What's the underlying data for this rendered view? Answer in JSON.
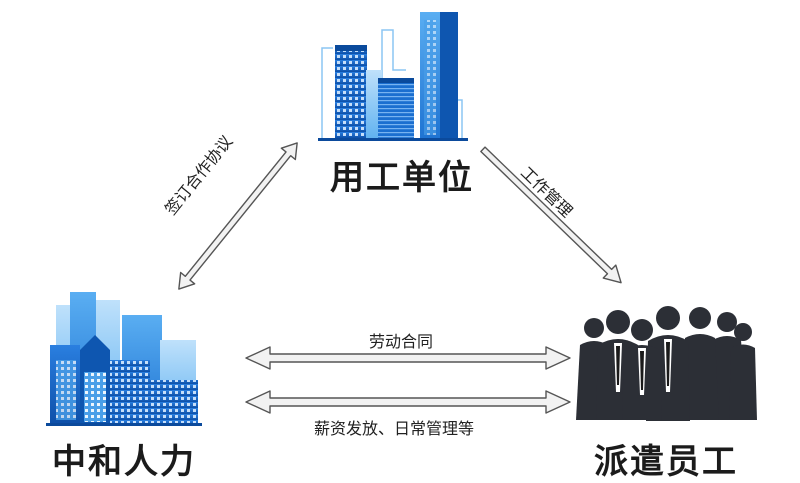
{
  "nodes": {
    "employer": {
      "label": "用工单位"
    },
    "agency": {
      "label": "中和人力"
    },
    "employees": {
      "label": "派遣员工"
    }
  },
  "edges": {
    "agency_employer": {
      "label": "签订合作协议",
      "direction": "bidirectional"
    },
    "employer_employees": {
      "label": "工作管理",
      "direction": "one-way"
    },
    "labor_contract": {
      "label": "劳动合同",
      "direction": "bidirectional"
    },
    "payroll": {
      "label": "薪资发放、日常管理等",
      "direction": "bidirectional"
    }
  },
  "colors": {
    "building_light": "#8fc8f5",
    "building_mid": "#2f8ee6",
    "building_dark": "#0f57b3",
    "arrow_fill": "#f2f2f2",
    "arrow_stroke": "#555555",
    "suit": "#2c2f36"
  }
}
